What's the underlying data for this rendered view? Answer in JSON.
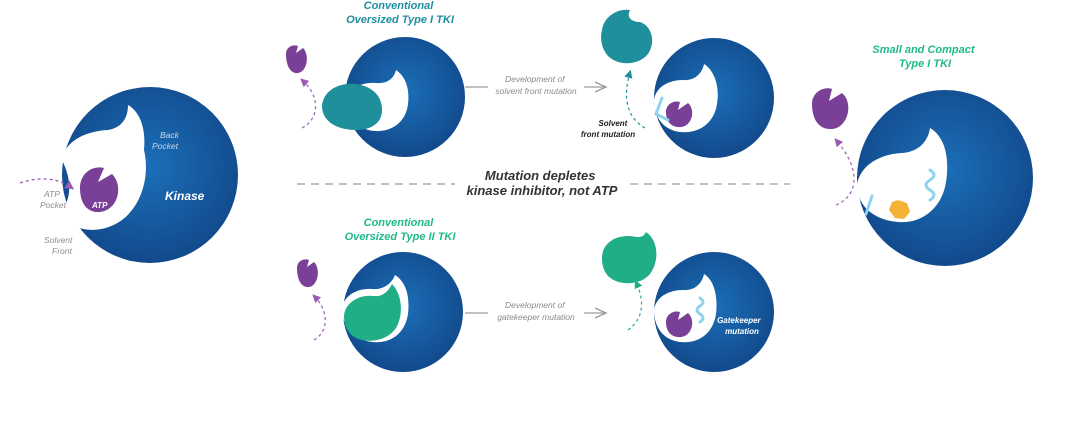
{
  "labels": {
    "back_pocket": [
      "Back",
      "Pocket"
    ],
    "atp_pocket": [
      "ATP",
      "Pocket"
    ],
    "atp": "ATP",
    "kinase": "Kinase",
    "solvent_front": [
      "Solvent",
      "Front"
    ],
    "type1_title": [
      "Conventional",
      "Oversized Type I TKI"
    ],
    "type2_title": [
      "Conventional",
      "Oversized Type II TKI"
    ],
    "dev_solvent": [
      "Development of",
      "solvent front mutation"
    ],
    "dev_gatekeeper": [
      "Development of",
      "gatekeeper mutation"
    ],
    "solvent_mutation": [
      "Solvent",
      "front mutation"
    ],
    "gatekeeper_mutation": [
      "Gatekeeper",
      "mutation"
    ],
    "center_text": [
      "Mutation depletes",
      "kinase inhibitor, not ATP"
    ],
    "compact_title": [
      "Small and Compact",
      "Type I TKI"
    ]
  },
  "colors": {
    "kinase_dark": "#124a8c",
    "kinase_light": "#1b6fb8",
    "atp_purple": "#7a3f96",
    "type1_teal": "#1f8f9b",
    "type2_green": "#1fae86",
    "mutation_blue": "#8fd3ef",
    "compact_orange": "#f5b335"
  }
}
